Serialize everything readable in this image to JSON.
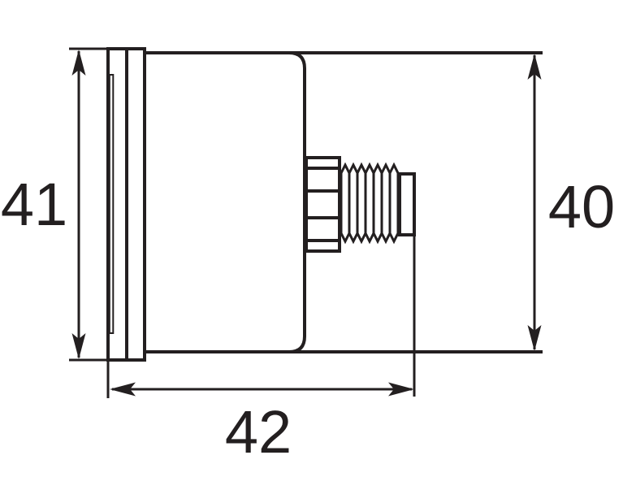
{
  "dimensions": {
    "flange_height": {
      "value": "41",
      "side": "left"
    },
    "case_height": {
      "value": "40",
      "side": "right"
    },
    "depth": {
      "value": "42",
      "side": "bottom"
    }
  },
  "colors": {
    "line": "#231f20",
    "background": "#ffffff"
  }
}
